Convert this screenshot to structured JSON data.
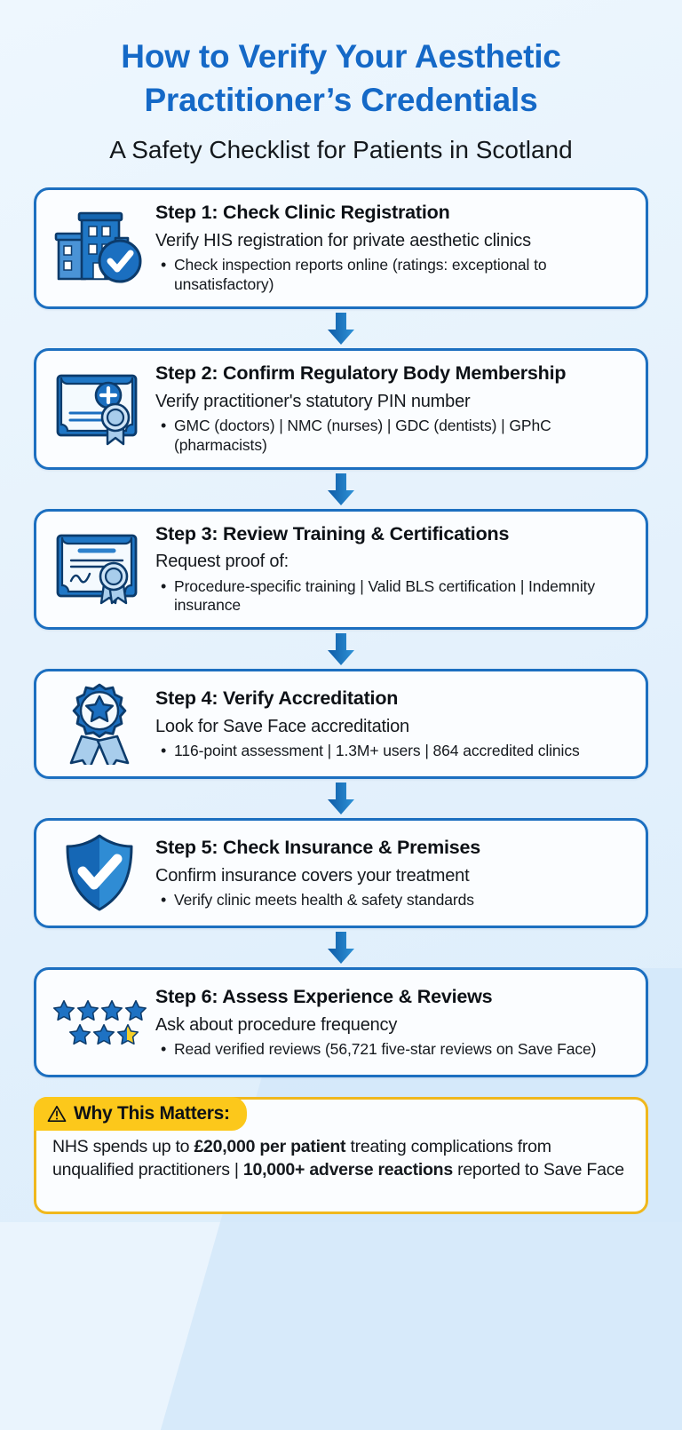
{
  "header": {
    "title_line1": "How to Verify Your Aesthetic",
    "title_line2": "Practitioner’s Credentials",
    "subtitle": "A Safety Checklist for Patients in Scotland",
    "title_color": "#1569c7",
    "subtitle_color": "#14181c"
  },
  "theme": {
    "accent_blue": "#1c6fc0",
    "icon_blue": "#1b6fc0",
    "icon_blue_dark": "#0f4f90",
    "icon_blue_light": "#a8cdec",
    "card_bg": "#fbfdff",
    "page_bg": "#eaf4fd",
    "warning_yellow": "#fcc81b",
    "warning_border": "#f0b81d",
    "star_blue": "#1e72c3",
    "star_yellow": "#f5cf2a"
  },
  "steps": [
    {
      "icon": "clinic-building-check-icon",
      "title": "Step 1: Check Clinic Registration",
      "desc": "Verify HIS registration for private aesthetic clinics",
      "bullets": [
        "Check inspection reports online (ratings: exceptional to unsatisfactory)"
      ]
    },
    {
      "icon": "medical-certificate-seal-icon",
      "title": "Step 2: Confirm Regulatory Body Membership",
      "desc": "Verify practitioner's statutory PIN number",
      "bullets": [
        "GMC (doctors) | NMC (nurses) | GDC (dentists) | GPhC (pharmacists)"
      ]
    },
    {
      "icon": "certificate-signature-icon",
      "title": "Step 3: Review Training & Certifications",
      "desc": "Request proof of:",
      "bullets": [
        "Procedure-specific training | Valid BLS certification | Indemnity insurance"
      ]
    },
    {
      "icon": "award-rosette-star-icon",
      "title": "Step 4: Verify Accreditation",
      "desc": "Look for Save Face accreditation",
      "bullets": [
        "116-point assessment | 1.3M+ users | 864 accredited clinics"
      ]
    },
    {
      "icon": "shield-check-icon",
      "title": "Step 5: Check Insurance & Premises",
      "desc": "Confirm insurance covers your treatment",
      "bullets": [
        "Verify clinic meets health & safety standards"
      ]
    },
    {
      "icon": "star-rating-icon",
      "title": "Step 6: Assess Experience & Reviews",
      "desc": "Ask about procedure frequency",
      "bullets": [
        "Read verified reviews (56,721 five-star reviews on Save Face)"
      ]
    }
  ],
  "callout": {
    "icon": "warning-triangle-icon",
    "tab_label": "Why This Matters:",
    "text_part1": "NHS spends up to ",
    "bold1": "£20,000 per patient",
    "text_part2": " treating complications from unqualified practitioners ",
    "separator": "| ",
    "bold2": "10,000+ adverse reactions",
    "text_part3": " reported to Save Face"
  }
}
